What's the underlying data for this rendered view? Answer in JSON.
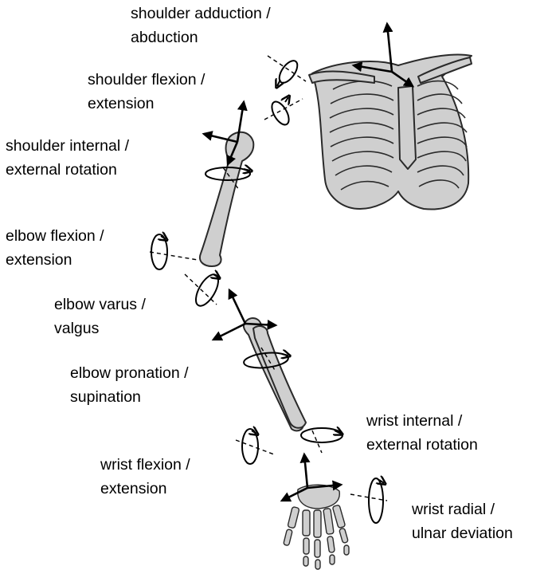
{
  "labels": {
    "shoulder_adduction": [
      "shoulder adduction /",
      "abduction"
    ],
    "shoulder_flexion": [
      "shoulder flexion  /",
      "extension"
    ],
    "shoulder_rotation": [
      "shoulder internal  /",
      "external rotation"
    ],
    "elbow_flexion": [
      "elbow flexion /",
      "extension"
    ],
    "elbow_varus": [
      "elbow varus /",
      "valgus"
    ],
    "elbow_pronation": [
      "elbow pronation /",
      "supination"
    ],
    "wrist_rotation": [
      "wrist internal /",
      "external rotation"
    ],
    "wrist_flexion": [
      "wrist flexion /",
      "extension"
    ],
    "wrist_deviation": [
      "wrist radial /",
      "ulnar deviation"
    ]
  },
  "colors": {
    "bone_fill": "#cfcfcf",
    "outline": "#2a2a2a",
    "text": "#000000"
  }
}
